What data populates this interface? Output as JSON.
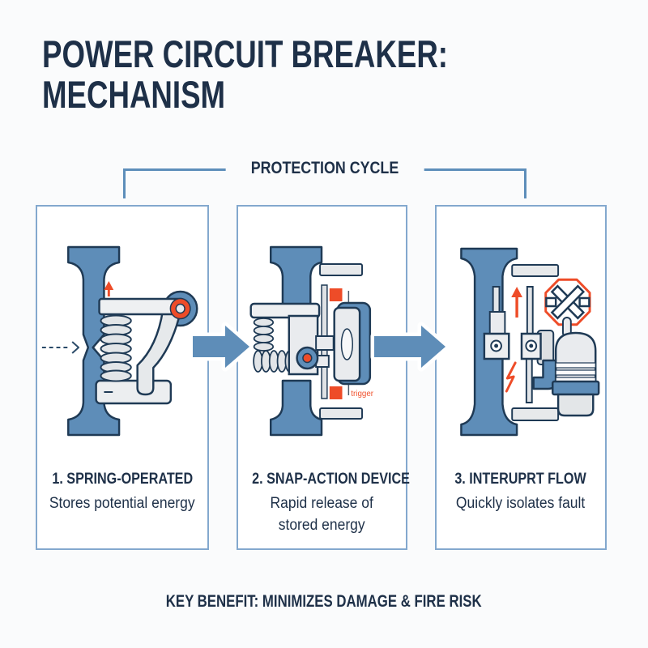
{
  "header": {
    "title_line1": "POWER CIRCUIT BREAKER:",
    "title_line2": "MECHANISM"
  },
  "cycle": {
    "label": "PROTECTION CYCLE"
  },
  "panels": [
    {
      "heading": "1. SPRING-OPERATED",
      "subtitle": "Stores potential energy"
    },
    {
      "heading": "2. SNAP-ACTION DEVICE",
      "subtitle": "Rapid release of\nstored energy",
      "annotation": "trigger"
    },
    {
      "heading": "3. INTERUPRT FLOW",
      "subtitle": "Quickly isolates fault"
    }
  ],
  "footer": {
    "text": "KEY BENEFIT: MINIMIZES DAMAGE & FIRE RISK"
  },
  "colors": {
    "accent_blue": "#5e8db8",
    "bracket_blue": "#5d8eba",
    "panel_border_blue": "#83a8ce",
    "navy_text": "#1e3048",
    "outline_navy": "#1f3a55",
    "alert_orange": "#ee4c28",
    "background": "#fafbfc",
    "panel_background": "#ffffff"
  }
}
